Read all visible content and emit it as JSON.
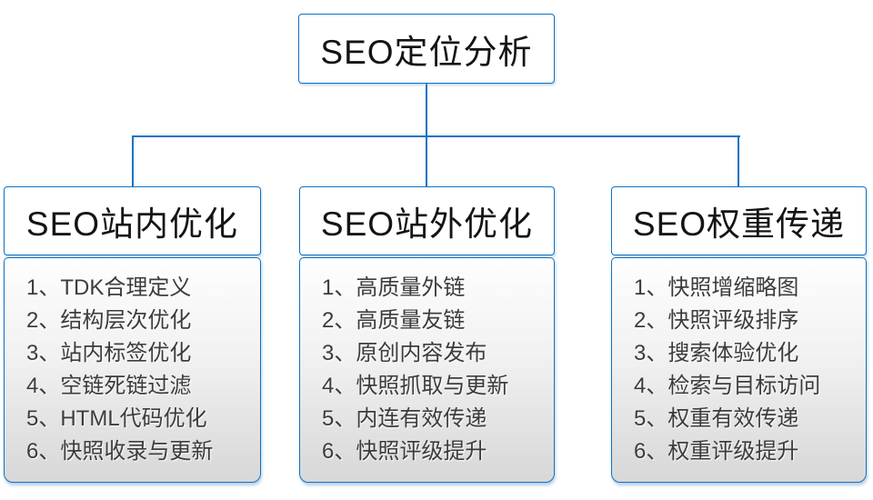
{
  "root": {
    "title": "SEO定位分析"
  },
  "columns": [
    {
      "title": "SEO站内优化",
      "items": [
        "1、TDK合理定义",
        "2、结构层次优化",
        "3、站内标签优化",
        "4、空链死链过滤",
        "5、HTML代码优化",
        "6、快照收录与更新"
      ]
    },
    {
      "title": "SEO站外优化",
      "items": [
        "1、高质量外链",
        "2、高质量友链",
        "3、原创内容发布",
        "4、快照抓取与更新",
        "5、内连有效传递",
        "6、快照评级提升"
      ]
    },
    {
      "title": "SEO权重传递",
      "items": [
        "1、快照增缩略图",
        "2、快照评级排序",
        "3、搜索体验优化",
        "4、检索与目标访问",
        "5、权重有效传递",
        "6、权重评级提升"
      ]
    }
  ],
  "colors": {
    "accent": "#0d73c4",
    "header_text": "#141414",
    "list_text": "#3c3c3c",
    "list_bg_top": "#fefefe",
    "list_bg_bottom": "#d7d7d7",
    "background": "#ffffff"
  }
}
